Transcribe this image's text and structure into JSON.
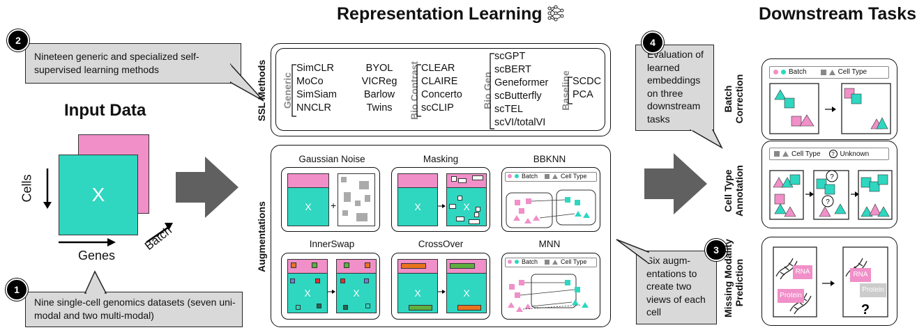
{
  "headings": {
    "representation": "Representation Learning",
    "downstream": "Downstream Tasks",
    "input": "Input Data"
  },
  "callouts": {
    "c1": {
      "num": "1",
      "text": "Nine single-cell genomics datasets (seven uni-modal and two multi-modal)"
    },
    "c2": {
      "num": "2",
      "text": "Nineteen generic and specialized self-supervised learning methods"
    },
    "c3": {
      "num": "3",
      "text": "Six augm-entations to create two views of each cell"
    },
    "c4": {
      "num": "4",
      "text": "Evaluation of learned embeddings on three downstream tasks"
    }
  },
  "input_matrix": {
    "symbol": "X",
    "cells": "Cells",
    "genes": "Genes",
    "batch": "Batch"
  },
  "ssl": {
    "label": "SSL Methods",
    "groups": {
      "generic": {
        "name": "Generic",
        "col1": [
          "SimCLR",
          "MoCo",
          "SimSiam",
          "NNCLR"
        ],
        "col2": [
          "BYOL",
          "VICReg",
          "Barlow",
          "Twins"
        ]
      },
      "bio_contrast": {
        "name": "Bio Contrast",
        "items": [
          "CLEAR",
          "CLAIRE",
          "Concerto",
          "scCLIP"
        ]
      },
      "bio_gen": {
        "name": "Bio Gen",
        "items": [
          "scGPT",
          "scBERT",
          "Geneformer",
          "scButterfly",
          "scTEL",
          "scVI/totalVI"
        ]
      },
      "baseline": {
        "name": "Baseline",
        "items": [
          "SCDC",
          "PCA"
        ]
      }
    }
  },
  "augmentations": {
    "label": "Augmentations",
    "items": [
      "Gaussian Noise",
      "Masking",
      "BBKNN",
      "InnerSwap",
      "CrossOver",
      "MNN"
    ],
    "x": "X",
    "plus": "+",
    "legend_batch": "Batch",
    "legend_celltype": "Cell Type"
  },
  "tasks": {
    "batch_correction": {
      "label1": "Batch",
      "label2": "Correction",
      "legend_batch": "Batch",
      "legend_celltype": "Cell Type"
    },
    "cell_type": {
      "label1": "Cell Type",
      "label2": "Annotation",
      "legend_celltype": "Cell Type",
      "legend_unknown": "Unknown",
      "q": "?"
    },
    "missing": {
      "label1": "Missing Modality",
      "label2": "Prediction",
      "rna": "RNA",
      "protein": "Protein",
      "q": "?"
    }
  },
  "colors": {
    "teal": "#2fd6c0",
    "pink": "#f08fc8",
    "gray": "#aaaaaa",
    "callout": "#d9d9d9",
    "arrow": "#606060"
  }
}
